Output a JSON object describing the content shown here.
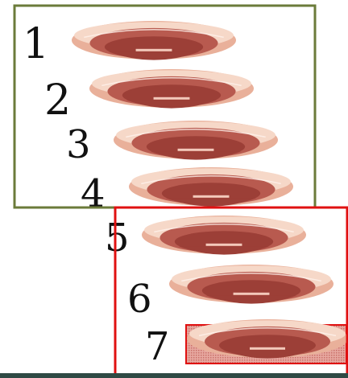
{
  "labels": [
    "1",
    "2",
    "3",
    "4",
    "5",
    "6",
    "7"
  ],
  "colors": {
    "green_frame": "#6b7b3a",
    "red_frame": "#e01010",
    "plate_rim": "#e9b09a",
    "plate_rim_light": "#f6d8c8",
    "plate_bowl": "#b85a4f",
    "plate_bowl_dark": "#9c3f37",
    "plate_highlight": "#f3c9bb",
    "bottom_bar": "#2f4a44",
    "selection_fill": "#e7a8a0"
  }
}
